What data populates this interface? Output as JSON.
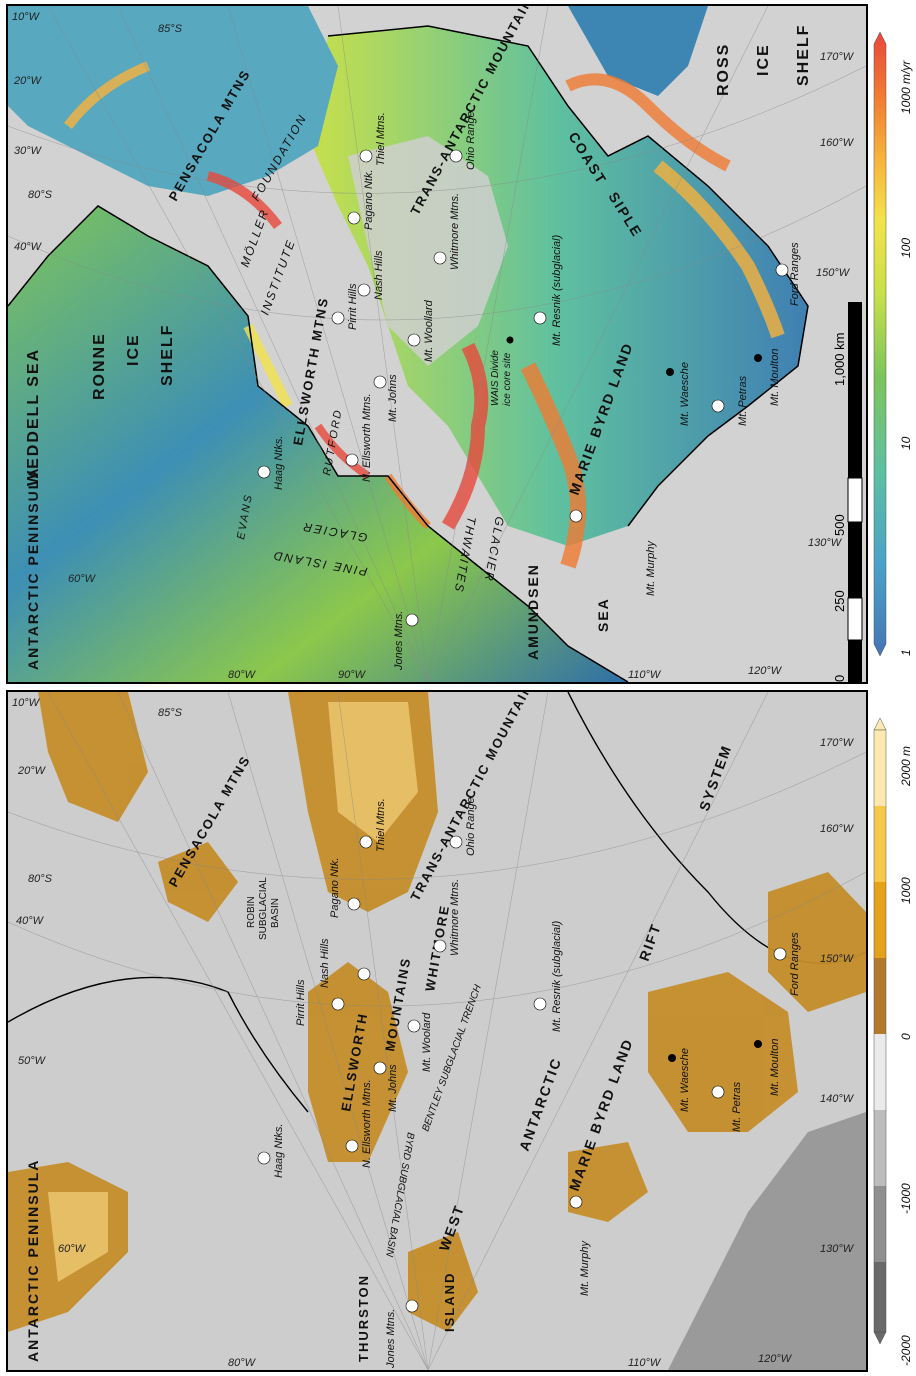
{
  "top_map": {
    "colorbar": {
      "unit_label": "1000 m/yr",
      "ticks": [
        "1",
        "10",
        "100"
      ],
      "colors": [
        "#4575b4",
        "#4aa3c8",
        "#5fc0a0",
        "#7dc55a",
        "#c8e04a",
        "#f3e24b",
        "#f7b23c",
        "#f07a32",
        "#e8473b"
      ]
    },
    "scale_bar": {
      "ticks": [
        "0",
        "250",
        "500",
        "1,000 km"
      ]
    },
    "graticule": [
      "10°W",
      "20°W",
      "30°W",
      "40°W",
      "60°W",
      "80°W",
      "90°W",
      "110°W",
      "120°W",
      "130°W",
      "150°W",
      "160°W",
      "170°W",
      "85°S",
      "80°S"
    ],
    "labels": {
      "weddell": "WEDDELL SEA",
      "ronne": "RONNE",
      "ice": "ICE",
      "shelf": "SHELF",
      "ross": "ROSS",
      "ross_ice": "ICE",
      "ross_shelf": "SHELF",
      "peninsula": "ANTARCTIC PENINSULA",
      "pensacola": "PENSACOLA MTNS",
      "foundation": "FOUNDATION",
      "moller": "MÖLLER",
      "institute": "INSTITUTE",
      "ellsworth_mtns": "ELLSWORTH MTNS",
      "rutford": "RUTFORD",
      "evans": "EVANS",
      "transantarctic": "TRANS-ANTARCTIC MOUNTAINS",
      "siple": "SIPLE",
      "coast": "COAST",
      "pine_island": "PINE ISLAND",
      "pine_glacier": "GLACIER",
      "thwaites": "THWAITES",
      "thwaites_glacier": "GLACIER",
      "marie_byrd": "MARIE BYRD LAND",
      "amundsen": "AMUNDSEN",
      "amundsen_sea": "SEA",
      "wais": "WAIS Divide",
      "wais2": "ice core site"
    },
    "sites": [
      {
        "name": "Thiel Mtns.",
        "filled": false
      },
      {
        "name": "Pagano Ntk.",
        "filled": false
      },
      {
        "name": "Nash Hills",
        "filled": false
      },
      {
        "name": "Pirrit Hills",
        "filled": false
      },
      {
        "name": "Ohio Range",
        "filled": false
      },
      {
        "name": "Whitmore Mtns.",
        "filled": false
      },
      {
        "name": "Mt. Woollard",
        "filled": false
      },
      {
        "name": "Mt. Johns",
        "filled": false
      },
      {
        "name": "N. Ellsworth Mtns.",
        "filled": false
      },
      {
        "name": "Haag Ntks.",
        "filled": false
      },
      {
        "name": "Jones Mtns.",
        "filled": false
      },
      {
        "name": "Mt. Resnik (subglacial)",
        "filled": false
      },
      {
        "name": "Mt. Murphy",
        "filled": false
      },
      {
        "name": "Mt. Petras",
        "filled": false
      },
      {
        "name": "Mt. Waesche",
        "filled": true
      },
      {
        "name": "Mt. Moulton",
        "filled": true
      },
      {
        "name": "Ford Ranges",
        "filled": false
      }
    ]
  },
  "bottom_map": {
    "colorbar": {
      "unit_label": "2000 m",
      "ticks": [
        "1000",
        "0",
        "-1000",
        "-2000"
      ],
      "colors": [
        "#fde9b0",
        "#f6c84a",
        "#e4a21a",
        "#b27b2c",
        "#eaeaea",
        "#bdbdbd",
        "#8f8f8f",
        "#6a6a6a"
      ]
    },
    "graticule": [
      "10°W",
      "20°W",
      "40°W",
      "50°W",
      "60°W",
      "80°W",
      "110°W",
      "120°W",
      "130°W",
      "140°W",
      "150°W",
      "160°W",
      "170°W",
      "85°S",
      "80°S"
    ],
    "labels": {
      "peninsula": "ANTARCTIC PENINSULA",
      "pensacola": "PENSACOLA MTNS",
      "robin1": "ROBIN",
      "robin2": "SUBGLACIAL",
      "robin3": "BASIN",
      "transantarctic": "TRANS-ANTARCTIC MOUNTAINS",
      "whitmore": "WHITMORE",
      "ellsworth": "ELLSWORTH",
      "mountains": "MOUNTAINS",
      "bentley": "BENTLEY SUBGLACIAL TRENCH",
      "byrd_basin": "BYRD SUBGLACIAL BASIN",
      "thurston": "THURSTON",
      "island": "ISLAND",
      "west": "WEST",
      "antarctic": "ANTARCTIC",
      "rift": "RIFT",
      "system": "SYSTEM",
      "marie_byrd": "MARIE BYRD LAND"
    },
    "sites": [
      {
        "name": "Thiel Mtns.",
        "filled": false
      },
      {
        "name": "Pagano Ntk.",
        "filled": false
      },
      {
        "name": "Nash Hills",
        "filled": false
      },
      {
        "name": "Pirrit Hills",
        "filled": false
      },
      {
        "name": "Ohio Range",
        "filled": false
      },
      {
        "name": "Whitmore Mtns.",
        "filled": false
      },
      {
        "name": "Mt. Woolard",
        "filled": false
      },
      {
        "name": "Mt. Johns",
        "filled": false
      },
      {
        "name": "N. Ellsworth Mtns.",
        "filled": false
      },
      {
        "name": "Haag Ntks.",
        "filled": false
      },
      {
        "name": "Jones Mtns.",
        "filled": false
      },
      {
        "name": "Mt. Resnik (subglacial)",
        "filled": false
      },
      {
        "name": "Mt. Murphy",
        "filled": false
      },
      {
        "name": "Mt. Petras",
        "filled": false
      },
      {
        "name": "Mt. Waesche",
        "filled": true
      },
      {
        "name": "Mt. Moulton",
        "filled": true
      },
      {
        "name": "Ford Ranges",
        "filled": false
      }
    ]
  }
}
